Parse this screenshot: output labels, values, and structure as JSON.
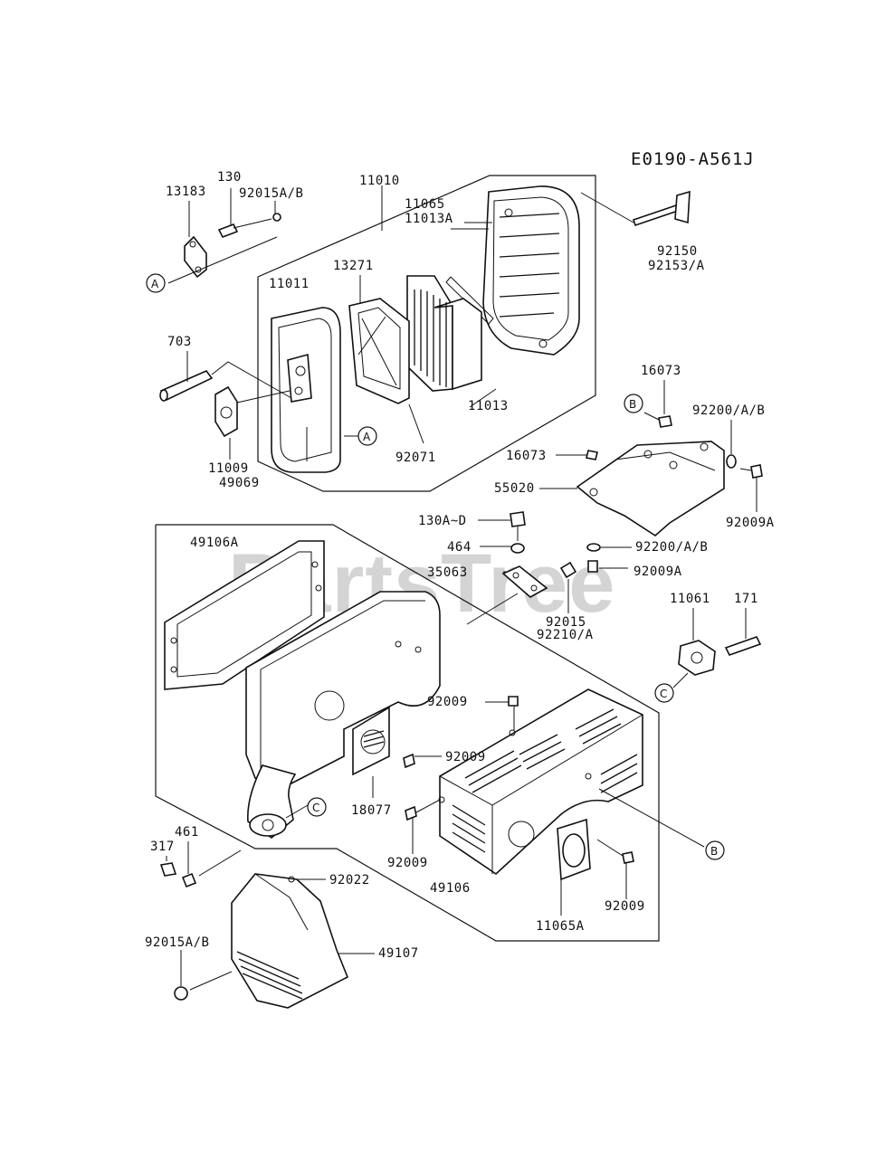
{
  "diagram_code": "E0190-A561J",
  "watermark": "PartsTree",
  "part_labels": {
    "p13183": "13183",
    "p130": "130",
    "p92015ab_top": "92015A/B",
    "p11010": "11010",
    "p11065": "11065",
    "p11013a": "11013A",
    "p92150": "92150",
    "p92153a": "92153/A",
    "p13271": "13271",
    "p11011": "11011",
    "p703": "703",
    "p11009": "11009",
    "p92071": "92071",
    "p11013": "11013",
    "p49069": "49069",
    "p16073_top": "16073",
    "p92200ab_top": "92200/A/B",
    "p16073_mid": "16073",
    "p55020": "55020",
    "p92009a_right": "92009A",
    "p49106a": "49106A",
    "p130ad": "130A~D",
    "p464": "464",
    "p92200ab_mid": "92200/A/B",
    "p35063": "35063",
    "p92009a_mid": "92009A",
    "p92015": "92015",
    "p92210a": "92210/A",
    "p11061": "11061",
    "p171": "171",
    "p92009_a": "92009",
    "p92009_b": "92009",
    "p18077": "18077",
    "p92009_c": "92009",
    "p49106": "49106",
    "p11065a": "11065A",
    "p92009_d": "92009",
    "p461": "461",
    "p317": "317",
    "p92022": "92022",
    "p92015ab_bottom": "92015A/B",
    "p49107": "49107"
  },
  "callouts": {
    "a1": "A",
    "a2": "A",
    "b1": "B",
    "b2": "B",
    "c1": "C",
    "c2": "C"
  }
}
